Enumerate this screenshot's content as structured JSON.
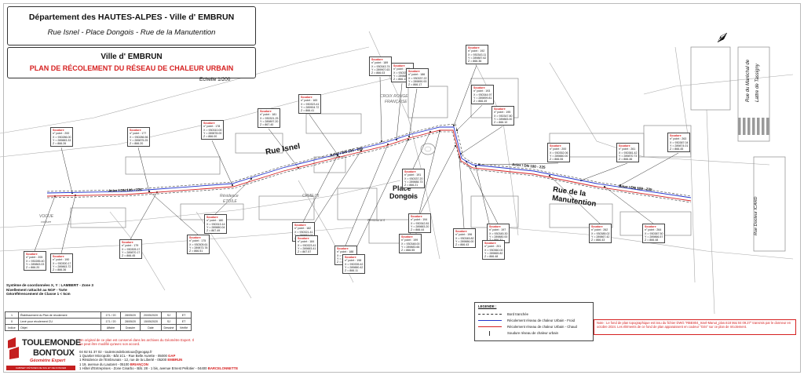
{
  "header": {
    "department": "Département des HAUTES-ALPES   -   Ville  d' EMBRUN",
    "streets": "Rue Isnel - Place Dongois - Rue de la Manutention",
    "city": "Ville d' EMBRUN",
    "plan_title": "PLAN  DE  RÉCOLEMENT DU RÉSEAU DE CHALEUR URBAIN",
    "scale": "Echelle 1/200"
  },
  "map": {
    "streets": [
      {
        "name": "Rue Isnel",
        "size": 10,
        "rot": -10
      },
      {
        "name": "Place",
        "size": 9,
        "rot": 0
      },
      {
        "name": "Dongois",
        "size": 9,
        "rot": 0
      },
      {
        "name": "Rue de la",
        "size": 9.5,
        "rot": 8
      },
      {
        "name": "Manutention",
        "size": 9.5,
        "rot": 8
      },
      {
        "name": "Rue du Maréchal de",
        "size": 6,
        "rot": -90
      },
      {
        "name": "Lattre de Tassigny",
        "size": 6,
        "rot": -90
      },
      {
        "name": "Rue Docteur ICARD",
        "size": 5.5,
        "rot": -90
      },
      {
        "name": "CROIX ROUGE",
        "size": 5,
        "rot": 0
      },
      {
        "name": "FRANÇAISE",
        "size": 5,
        "rot": 0
      },
      {
        "name": "Résidence",
        "size": 5,
        "rot": 0
      },
      {
        "name": "ETOILE",
        "size": 5,
        "rot": 0
      },
      {
        "name": "CPME 05",
        "size": 5,
        "rot": 0
      },
      {
        "name": "KRISPI",
        "size": 5,
        "rot": 0
      },
      {
        "name": "VOGUE",
        "size": 5,
        "rot": 0
      },
      {
        "name": "coiffure",
        "size": 4,
        "rot": 0
      },
      {
        "name": "Restaurant",
        "size": 4.5,
        "rot": 0
      }
    ],
    "pipe_labels": [
      {
        "text": "Acier / DN 100 - 225"
      },
      {
        "text": "Acier / DN 100 - 225"
      },
      {
        "text": "Acier / DN 100 - 225"
      },
      {
        "text": "Acier / DN 100 - 225"
      }
    ],
    "callouts": [
      {
        "title": "Soudure",
        "lines": [
          "n° point : 200",
          "X = 930286.00",
          "Y = 289883.33",
          "Z = 866.26"
        ]
      },
      {
        "title": "Soudure",
        "lines": [
          "n° point : 177",
          "X = 930286.56",
          "Y = 289875.25",
          "Z = 866.20"
        ]
      },
      {
        "title": "Soudure",
        "lines": [
          "n° point : 178",
          "X = 930310.00",
          "Y = 289878.00",
          "Z = 866.00"
        ]
      },
      {
        "title": "Soudure",
        "lines": [
          "n° point : 181",
          "X = 930321.25",
          "Y = 289897.20",
          "Z = 867.40"
        ]
      },
      {
        "title": "Soudure",
        "lines": [
          "n° point : 183",
          "X = 930323.41",
          "Y = 289904.72",
          "Z = 866.41"
        ]
      },
      {
        "title": "Soudure",
        "lines": [
          "n° point : 189",
          "X = 930343.74",
          "Y = 289907.63",
          "Z = 866.03"
        ]
      },
      {
        "title": "Soudure",
        "lines": [
          "n° point : 185",
          "X = 930335.00",
          "Y = 289882.22",
          "Z = 866.11"
        ]
      },
      {
        "title": "Soudure",
        "lines": [
          "n° point : 186",
          "X = 930337.22",
          "Y = 289890.93",
          "Z = 866.17"
        ]
      },
      {
        "title": "Soudure",
        "lines": [
          "n° point : 192",
          "X = 930343.11",
          "Y = 289887.62",
          "Z = 866.36"
        ]
      },
      {
        "title": "Soudure",
        "lines": [
          "n° point : 193",
          "X = 930344.97",
          "Y = 289899.81",
          "Z = 866.49"
        ]
      },
      {
        "title": "Soudure",
        "lines": [
          "n° point : 195",
          "X = 930347.80",
          "Y = 289883.00",
          "Z = 866.10"
        ]
      },
      {
        "title": "Soudure",
        "lines": [
          "n° point : 200",
          "X = 930352.06",
          "Y = 289880.00",
          "Z = 866.06"
        ]
      },
      {
        "title": "Soudure",
        "lines": [
          "n° point : 261",
          "X = 930381.42",
          "Y = 289870.73",
          "Z = 866.46"
        ]
      },
      {
        "title": "Soudure",
        "lines": [
          "n° point : 263",
          "X = 930387.04",
          "Y = 289874.01",
          "Z = 866.45"
        ]
      },
      {
        "title": "Soudure",
        "lines": [
          "n° point : 190",
          "X = 930300.17",
          "Y = 289863.72",
          "Z = 866.36"
        ]
      },
      {
        "title": "Soudure",
        "lines": [
          "n° point : 205",
          "X = 930285.40",
          "Y = 289863.03",
          "Z = 866.20"
        ]
      },
      {
        "title": "Soudure",
        "lines": [
          "n° point : 175",
          "X = 930305.61",
          "Y = 289873.78",
          "Z = 866.51"
        ]
      },
      {
        "title": "Soudure",
        "lines": [
          "n° point : 179",
          "X = 930305.17",
          "Y = 289870.17",
          "Z = 866.45"
        ]
      },
      {
        "title": "Soudure",
        "lines": [
          "n° point : 180",
          "X = 930313.14",
          "Y = 289880.04",
          "Z = 867.49"
        ]
      },
      {
        "title": "Soudure",
        "lines": [
          "n° point : 182",
          "X = 930321.41",
          "Y = 289883.03",
          "Z = 867.44"
        ]
      },
      {
        "title": "Soudure",
        "lines": [
          "n° point : 184",
          "X = 930323.41",
          "Y = 289883.41",
          "Z = 867.57"
        ]
      },
      {
        "title": "Soudure",
        "lines": [
          "n° point : 188",
          "X = 930334.24",
          "Y = 289883.83",
          "Z = 866.05"
        ]
      },
      {
        "title": "Soudure",
        "lines": [
          "n° point : 198",
          "X = 930335.42",
          "Y = 289880.42",
          "Z = 866.11"
        ]
      },
      {
        "title": "Soudure",
        "lines": [
          "n° point : 191",
          "X = 930337.20",
          "Y = 289888.73",
          "Z = 866.21"
        ]
      },
      {
        "title": "Soudure",
        "lines": [
          "n° point : 194",
          "X = 930342.81",
          "Y = 289883.20",
          "Z = 866.44"
        ]
      },
      {
        "title": "Soudure",
        "lines": [
          "n° point : 196",
          "X = 930345.82",
          "Y = 289886.00",
          "Z = 866.43"
        ]
      },
      {
        "title": "Soudure",
        "lines": [
          "n° point : 197",
          "X = 930345.30",
          "Y = 289880.00",
          "Z = 866.31"
        ]
      },
      {
        "title": "Soudure",
        "lines": [
          "n° point : 199",
          "X = 930348.00",
          "Y = 289883.66",
          "Z = 866.55"
        ]
      },
      {
        "title": "Soudure",
        "lines": [
          "n° point : 201",
          "X = 930360.00",
          "Y = 289865.82",
          "Z = 866.48"
        ]
      },
      {
        "title": "Soudure",
        "lines": [
          "n° point : 262",
          "X = 930385.02",
          "Y = 289867.42",
          "Z = 866.43"
        ]
      },
      {
        "title": "Soudure",
        "lines": [
          "n° point : 264",
          "X = 930387.50",
          "Y = 289866.57",
          "Z = 866.48"
        ]
      }
    ]
  },
  "info": {
    "coords": [
      "Système de coordonnées X, Y : LAMBERT - Zone 3",
      "Nivellement rattaché au NGF - Tarte",
      "Géoréférencement de Classe 1 < 5cm"
    ],
    "revisions": [
      [
        "1",
        "Établissement du Plan de récolement",
        "171 / 20",
        "28/05/20",
        "20/05/2020",
        "SJ",
        "ET"
      ],
      [
        "0",
        "Levé pour récolement CU",
        "171 / 20",
        "28/05/20",
        "15/05/2020",
        "SJ",
        "ET"
      ],
      [
        "Indice",
        "Objet",
        "Affaire",
        "Dossier",
        "Date",
        "Dessiné",
        "Vérifié"
      ]
    ]
  },
  "company": {
    "name1": "TOULEMONDE",
    "name2": "BONTOUX",
    "sub": "Géomètre Expert",
    "bar": "CABINET D'ÉTUDES DE SOL ET DE FONCIER",
    "notice": "Un original de ce plan est conservé dans les archives du Géomètre Expert. Il ne peut être modifié qu'avec son accord.",
    "contact": [
      {
        "text": "04 92 51 37 02 - toulemondebontoux@geogap.fr",
        "hi": ""
      },
      {
        "text": "1 Quartier Micropolis - Bât 1CL - Rue Belle Aurette - 05000 ",
        "hi": "GAP"
      },
      {
        "text": "1 Résidence de l'Embrunais - 12, rue de la Liberté - 05200 ",
        "hi": "EMBRUN"
      },
      {
        "text": "1 19, avenue du Lautaret - 05100 ",
        "hi": "BRIANÇON"
      },
      {
        "text": "1 Hôtel d'Entreprises - Zone Cinarbo - Bât. 28 - 1 bis, avenue Ernest Pellotier - 04400 ",
        "hi": "BARCELONNETTE"
      }
    ]
  },
  "legend": {
    "title": "LEGENDE :",
    "items": [
      {
        "label": "Bord tranchée",
        "color": "#333333",
        "style": "dashed"
      },
      {
        "label": "Récolement réseau de chaleur Urbain - Froid",
        "color": "#2233cc",
        "style": "solid"
      },
      {
        "label": "Récolement réseau de chaleur Urbain - Chaud",
        "color": "#d62020",
        "style": "solid"
      },
      {
        "label": "Soudure réseau de chaleur urbain",
        "color": "#333333",
        "style": "tick"
      }
    ]
  },
  "note": "Note : Le fond de plan topographique est issu du fichier DWG \"RBE804_Isnel-Manut_plan.618 Mai 04 09.27\" transmis par le donneur en octobre 2024. Les éléments de ce fond de plan apparaissent en couleur \"Gris\" sur ce plan de récolement.",
  "colors": {
    "accent": "#d62020",
    "cold": "#2233cc",
    "hot": "#d62020",
    "fond": "#9a9a9a"
  }
}
